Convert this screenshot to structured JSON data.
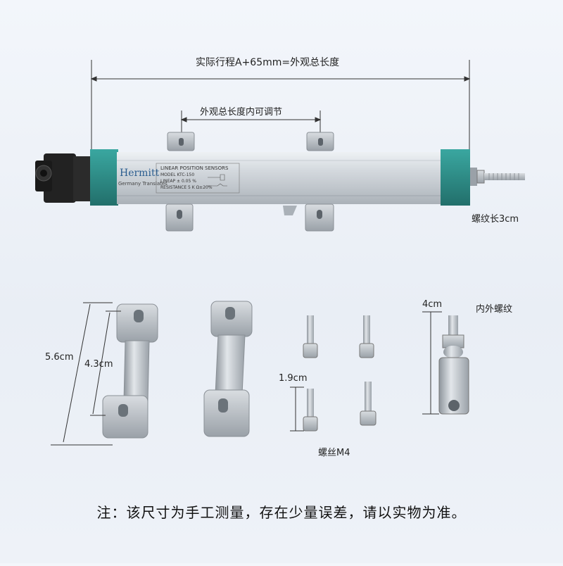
{
  "labels": {
    "total_length": "实际行程A+65mm=外观总长度",
    "adjustable": "外观总长度内可调节",
    "thread_length": "螺纹长3cm",
    "bracket_outer": "5.6cm",
    "bracket_inner": "4.3cm",
    "screw_length": "1.9cm",
    "screw_spec": "螺丝M4",
    "joint_length": "4cm",
    "joint_thread": "内外螺纹"
  },
  "sensor": {
    "brand": "Hermitt",
    "brand_sub": "Germany Translates",
    "title": "LINEAR POSITION SENSORS",
    "model": "MODEL  KTC-150",
    "linear": "LINEAP   ± 0.05 %",
    "resistance": "RESISTANCE  5  K Ω±20%"
  },
  "note": "注：该尺寸为手工测量，存在少量误差，请以实物为准。",
  "colors": {
    "teal": "#2e8f8a",
    "aluminum": "#d7dbdf",
    "steel": "#b9bec4",
    "line": "#333333"
  }
}
